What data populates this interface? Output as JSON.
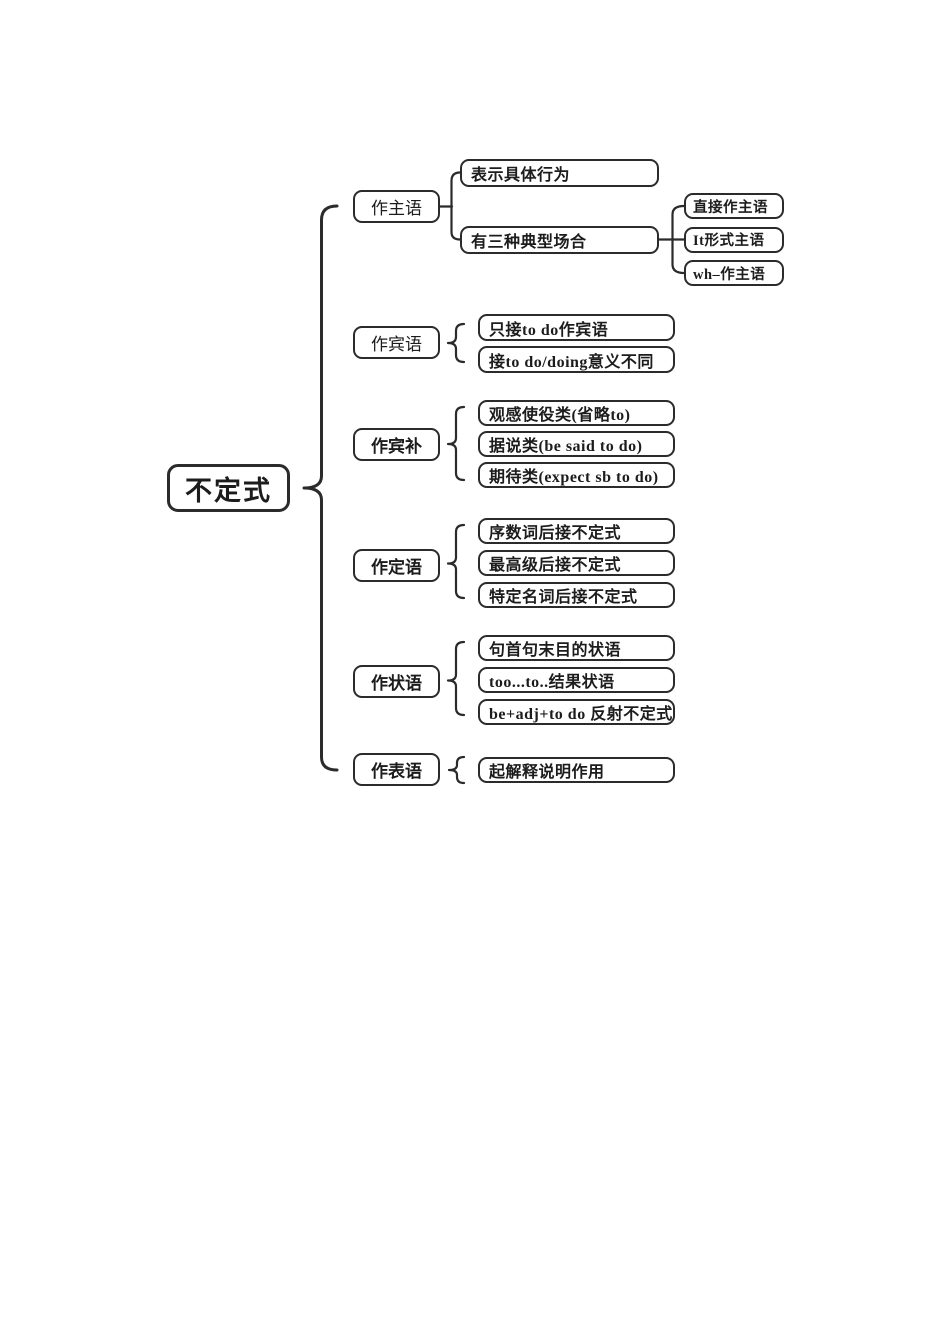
{
  "colors": {
    "ink": "#2b2b2b",
    "background": "#ffffff"
  },
  "diagram_type": "brace-mindmap",
  "root": {
    "label": "不定式"
  },
  "branches": [
    {
      "label": "作主语",
      "children": [
        {
          "label": "表示具体行为",
          "children": []
        },
        {
          "label": "有三种典型场合",
          "children": [
            {
              "label": "直接作主语"
            },
            {
              "label": "It形式主语"
            },
            {
              "label": "wh–作主语"
            }
          ]
        }
      ]
    },
    {
      "label": "作宾语",
      "children": [
        {
          "label": "只接to do作宾语"
        },
        {
          "label": "接to do/doing意义不同"
        }
      ]
    },
    {
      "label": "作宾补",
      "children": [
        {
          "label": "观感使役类(省略to)"
        },
        {
          "label": "据说类(be said to do)"
        },
        {
          "label": "期待类(expect sb to do)"
        }
      ]
    },
    {
      "label": "作定语",
      "children": [
        {
          "label": "序数词后接不定式"
        },
        {
          "label": "最高级后接不定式"
        },
        {
          "label": "特定名词后接不定式"
        }
      ]
    },
    {
      "label": "作状语",
      "children": [
        {
          "label": "句首句末目的状语"
        },
        {
          "label": "too...to..结果状语"
        },
        {
          "label": "be+adj+to do 反射不定式"
        }
      ]
    },
    {
      "label": "作表语",
      "children": [
        {
          "label": "起解释说明作用"
        }
      ]
    }
  ]
}
